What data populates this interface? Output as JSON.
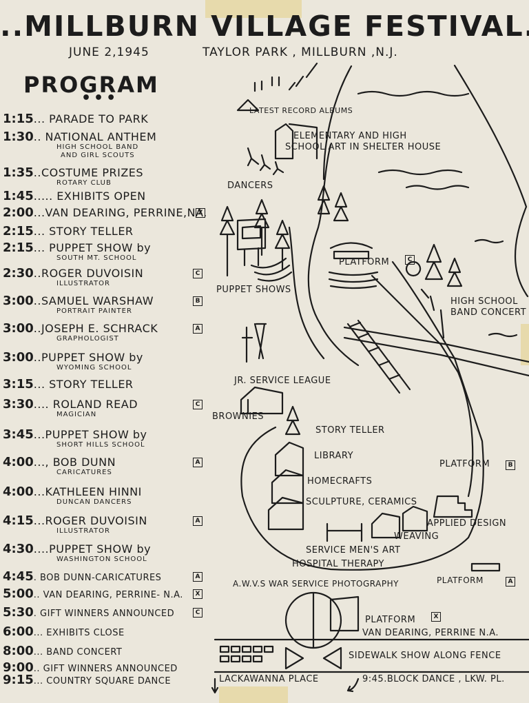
{
  "header": {
    "title": "..MILLBURN VILLAGE FESTIVAL..",
    "date": "JUNE 2,1945",
    "location": "TAYLOR PARK ,  MILLBURN ,N.J."
  },
  "program": {
    "heading": "PROGRAM",
    "items": [
      {
        "time": "1:15",
        "text": "... PARADE TO PARK"
      },
      {
        "time": "1:30",
        "text": ".. NATIONAL ANTHEM",
        "sub": "HIGH SCHOOL BAND",
        "sub2": "AND GIRL SCOUTS"
      },
      {
        "time": "1:35",
        "text": "..COSTUME PRIZES",
        "sub": "ROTARY CLUB"
      },
      {
        "time": "1:45",
        "text": "..... EXHIBITS OPEN"
      },
      {
        "time": "2:00",
        "text": "...VAN DEARING, PERRINE,NA.",
        "mark": "X"
      },
      {
        "time": "2:15",
        "text": "... STORY TELLER"
      },
      {
        "time": "2:15",
        "text": "... PUPPET SHOW by",
        "sub": "SOUTH MT. SCHOOL"
      },
      {
        "time": "2:30",
        "text": "..ROGER DUVOISIN",
        "sub": "ILLUSTRATOR",
        "mark": "C"
      },
      {
        "time": "3:00",
        "text": "..SAMUEL WARSHAW",
        "sub": "PORTRAIT PAINTER",
        "mark": "B"
      },
      {
        "time": "3:00",
        "text": "..JOSEPH E. SCHRACK",
        "sub": "GRAPHOLOGIST",
        "mark": "A"
      },
      {
        "time": "3:00",
        "text": "..PUPPET SHOW by",
        "sub": "WYOMING SCHOOL"
      },
      {
        "time": "3:15",
        "text": "... STORY TELLER"
      },
      {
        "time": "3:30",
        "text": ".... ROLAND READ",
        "sub": "MAGICIAN",
        "mark": "C"
      },
      {
        "time": "3:45",
        "text": "...PUPPET SHOW by",
        "sub": "SHORT HILLS SCHOOL"
      },
      {
        "time": "4:00",
        "text": "..., BOB DUNN",
        "sub": "CARICATURES",
        "mark": "A"
      },
      {
        "time": "4:00",
        "text": "...KATHLEEN HINNI",
        "sub": "DUNCAN DANCERS"
      },
      {
        "time": "4:15",
        "text": "...ROGER DUVOISIN",
        "sub": "ILLUSTRATOR",
        "mark": "A"
      },
      {
        "time": "4:30",
        "text": "....PUPPET SHOW by",
        "sub": "WASHINGTON SCHOOL"
      },
      {
        "time": "4:45",
        "text": ". BOB DUNN-CARICATURES",
        "mark": "A"
      },
      {
        "time": "5:00",
        "text": ".. VAN DEARING, PERRINE- N.A.",
        "mark": "X"
      },
      {
        "time": "5:30",
        "text": ". GIFT WINNERS ANNOUNCED",
        "mark": "C"
      },
      {
        "time": "6:00",
        "text": "... EXHIBITS CLOSE"
      },
      {
        "time": "8:00",
        "text": "... BAND CONCERT"
      },
      {
        "time": "9:00",
        "text": ".. GIFT WINNERS ANNOUNCED"
      },
      {
        "time": "9:15",
        "text": "... COUNTRY SQUARE DANCE"
      }
    ]
  },
  "map_labels": {
    "records": "LATEST RECORD ALBUMS",
    "art_line1": "ELEMENTARY AND HIGH",
    "art_line2": "SCHOOL ART IN SHELTER HOUSE",
    "dancers": "DANCERS",
    "platform_c": "PLATFORM",
    "puppet_shows": "PUPPET SHOWS",
    "hs_band1": "HIGH SCHOOL",
    "hs_band2": "BAND CONCERT",
    "jr_service": "JR. SERVICE LEAGUE",
    "brownies": "BROWNIES",
    "story_teller": "STORY TELLER",
    "library": "LIBRARY",
    "platform_b": "PLATFORM",
    "homecrafts": "HOMECRAFTS",
    "sculpture": "SCULPTURE, CERAMICS",
    "applied": "APPLIED DESIGN",
    "weaving": "WEAVING",
    "servicemens": "SERVICE MEN'S ART",
    "hospital": "HOSPITAL THERAPY",
    "awvs": "A.W.V.S WAR SERVICE PHOTOGRAPHY",
    "platform_a": "PLATFORM",
    "platform_x": "PLATFORM",
    "van_dearing": "VAN DEARING, PERRINE N.A.",
    "sidewalk": "SIDEWALK SHOW ALONG FENCE",
    "lackawanna": "LACKAWANNA PLACE",
    "block_dance": "9:45.BLOCK DANCE , LKW. PL."
  },
  "legend_marks": {
    "a": "A",
    "b": "B",
    "c": "C",
    "x": "X"
  }
}
